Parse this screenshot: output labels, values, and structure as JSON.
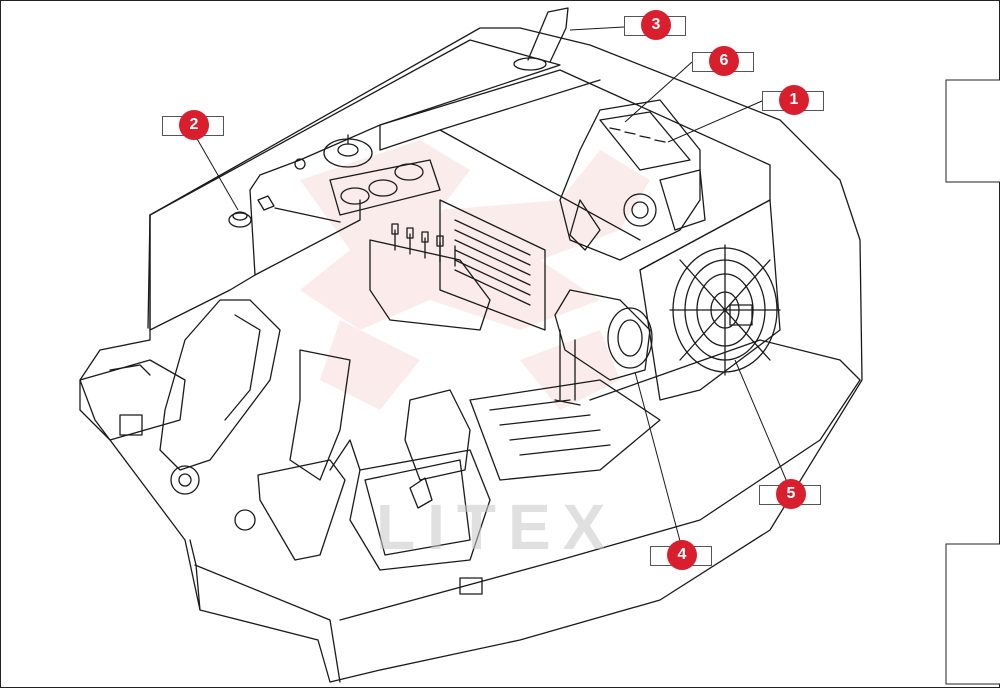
{
  "diagram": {
    "watermark_text": "LITEX",
    "callouts": [
      {
        "id": "callout-1",
        "label": "1"
      },
      {
        "id": "callout-2",
        "label": "2"
      },
      {
        "id": "callout-3",
        "label": "3"
      },
      {
        "id": "callout-4",
        "label": "4"
      },
      {
        "id": "callout-5",
        "label": "5"
      },
      {
        "id": "callout-6",
        "label": "6"
      }
    ],
    "colors": {
      "callout": "#d91f2e",
      "line": "#1a1a1a",
      "watermark": "#e06060"
    }
  }
}
